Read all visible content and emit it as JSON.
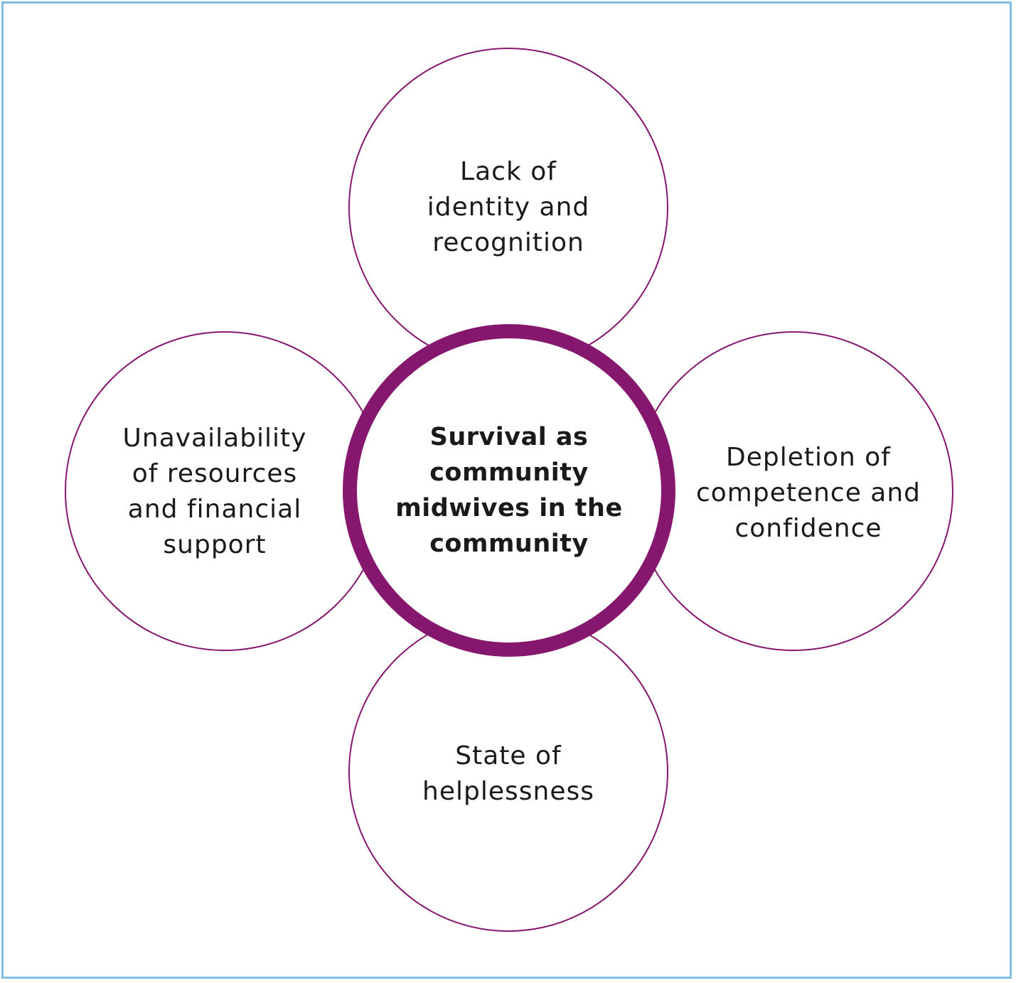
{
  "diagram": {
    "center": {
      "lines": [
        "Survival as",
        "community",
        "midwives in the",
        "community"
      ]
    },
    "nodes": {
      "top": {
        "lines": [
          "Lack of",
          "identity and",
          "recognition"
        ]
      },
      "left": {
        "lines": [
          "Unavailability",
          "of resources",
          "and financial",
          "support"
        ]
      },
      "right": {
        "lines": [
          "Depletion of",
          "competence and",
          "confidence"
        ]
      },
      "bottom": {
        "lines": [
          "State of",
          "helplessness"
        ]
      }
    },
    "colors": {
      "accent": "#86176f",
      "frame": "#7fbfe6",
      "text": "#1a1a1a"
    }
  }
}
